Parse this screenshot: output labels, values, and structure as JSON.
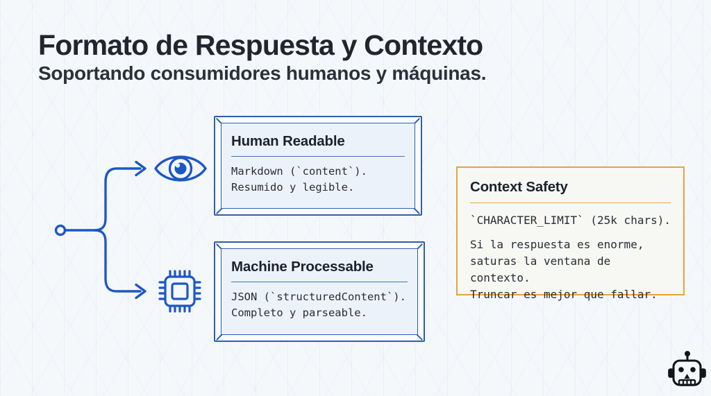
{
  "slide": {
    "title": "Formato de Respuesta y Contexto",
    "subtitle": "Soportando consumidores humanos y máquinas."
  },
  "cards": {
    "human": {
      "title": "Human Readable",
      "body": "Markdown (`content`).\nResumido y legible."
    },
    "machine": {
      "title": "Machine Processable",
      "body": "JSON (`structuredContent`).\nCompleto y parseable."
    },
    "context": {
      "title": "Context Safety",
      "limit_line": "`CHARACTER_LIMIT` (25k chars).",
      "body": "Si la respuesta es enorme,\nsaturas la ventana de contexto.\nTruncar es mejor que fallar."
    }
  },
  "icons": {
    "eye": "eye-icon",
    "chip": "chip-icon",
    "robot": "robot-icon"
  },
  "colors": {
    "connector_blue": "#1d57c4",
    "panel_border_blue": "#2e5fa9",
    "accent_orange": "#e9a23a",
    "title_text": "#22252c",
    "mono_text": "#282d34",
    "background": "#f5f8fb"
  }
}
